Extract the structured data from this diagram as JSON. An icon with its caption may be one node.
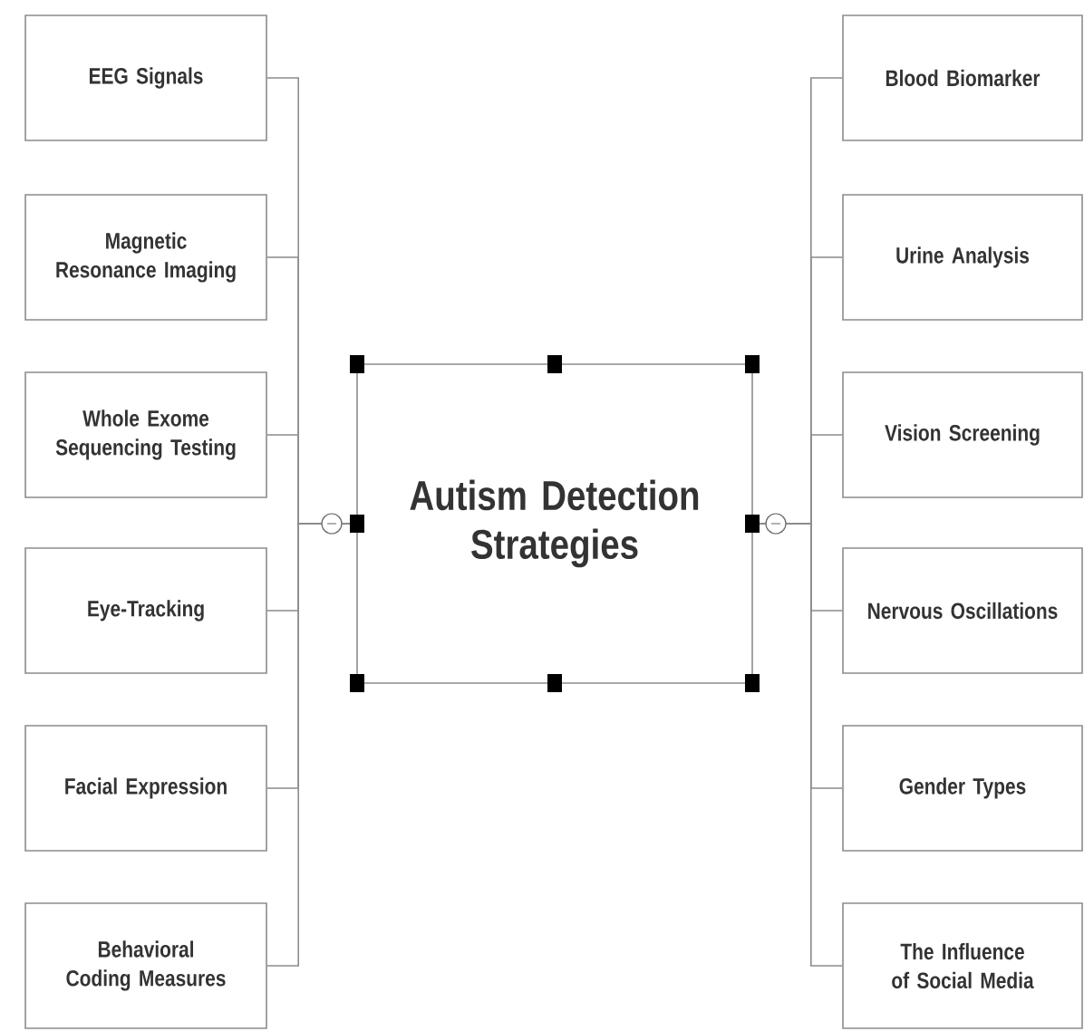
{
  "diagram": {
    "nodes": [
      {
        "text": [
          "Autism Detection Strategies"
        ]
      },
      {
        "text": [
          "EEG Signals"
        ]
      },
      {
        "text": [
          "Magnetic Resonance Imaging"
        ]
      },
      {
        "text": [
          "Whole Exome Sequencing Testing"
        ]
      },
      {
        "text": [
          "Eye-Tracking"
        ]
      },
      {
        "text": [
          "Facial Expression"
        ]
      },
      {
        "text": [
          "Behavioral Coding Measures"
        ]
      },
      {
        "text": [
          "Blood Biomarker"
        ]
      },
      {
        "text": [
          "Urine Analysis"
        ]
      },
      {
        "text": [
          "Vision Screening"
        ]
      },
      {
        "text": [
          "Nervous Oscillations"
        ]
      },
      {
        "text": [
          "Gender Types"
        ]
      },
      {
        "text": [
          "The Influence of Social Media"
        ]
      }
    ],
    "edges": [
      {
        "from": 0,
        "to": 1,
        "arrow": "none"
      },
      {
        "from": 0,
        "to": 2,
        "arrow": "none"
      },
      {
        "from": 0,
        "to": 3,
        "arrow": "none"
      },
      {
        "from": 0,
        "to": 4,
        "arrow": "none"
      },
      {
        "from": 0,
        "to": 5,
        "arrow": "none"
      },
      {
        "from": 0,
        "to": 6,
        "arrow": "none"
      },
      {
        "from": 0,
        "to": 7,
        "arrow": "none"
      },
      {
        "from": 0,
        "to": 8,
        "arrow": "none"
      },
      {
        "from": 0,
        "to": 9,
        "arrow": "none"
      },
      {
        "from": 0,
        "to": 10,
        "arrow": "none"
      },
      {
        "from": 0,
        "to": 11,
        "arrow": "none"
      },
      {
        "from": 0,
        "to": 12,
        "arrow": "none"
      }
    ]
  }
}
